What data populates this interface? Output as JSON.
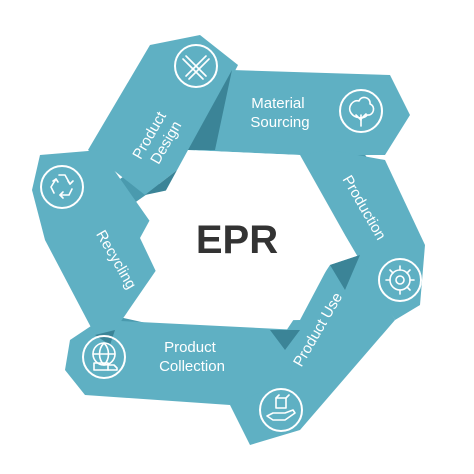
{
  "center_label": "EPR",
  "colors": {
    "main": "#5fb0c3",
    "fold": "#3b8497",
    "back": "#4a9aae",
    "text": "#333333"
  },
  "stages": [
    {
      "lines": [
        "Product",
        "Design"
      ],
      "icon": "pencil-ruler-icon"
    },
    {
      "lines": [
        "Material",
        "Sourcing"
      ],
      "icon": "tree-icon"
    },
    {
      "lines": [
        "Production"
      ],
      "icon": "gear-icon"
    },
    {
      "lines": [
        "Product Use"
      ],
      "icon": "hand-box-icon"
    },
    {
      "lines": [
        "Product",
        "Collection"
      ],
      "icon": "globe-truck-icon"
    },
    {
      "lines": [
        "Recycling"
      ],
      "icon": "recycle-icon"
    }
  ]
}
